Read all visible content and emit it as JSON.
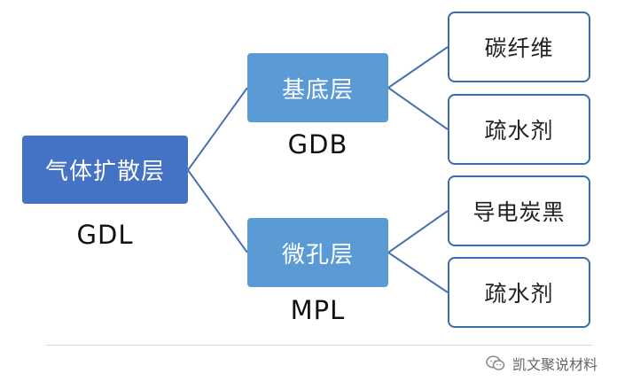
{
  "diagram": {
    "root": {
      "label": "气体扩散层",
      "abbr": "GDL"
    },
    "branches": [
      {
        "label": "基底层",
        "abbr": "GDB",
        "children": [
          "碳纤维",
          "疏水剂"
        ]
      },
      {
        "label": "微孔层",
        "abbr": "MPL",
        "children": [
          "导电炭黑",
          "疏水剂"
        ]
      }
    ],
    "colors": {
      "root_fill": "#4472c4",
      "branch_fill": "#5b9bd5",
      "leaf_border": "#3d6aa8",
      "connector": "#4a72b0"
    }
  },
  "watermark": {
    "icon": "wechat-icon",
    "text": "凯文聚说材料"
  }
}
